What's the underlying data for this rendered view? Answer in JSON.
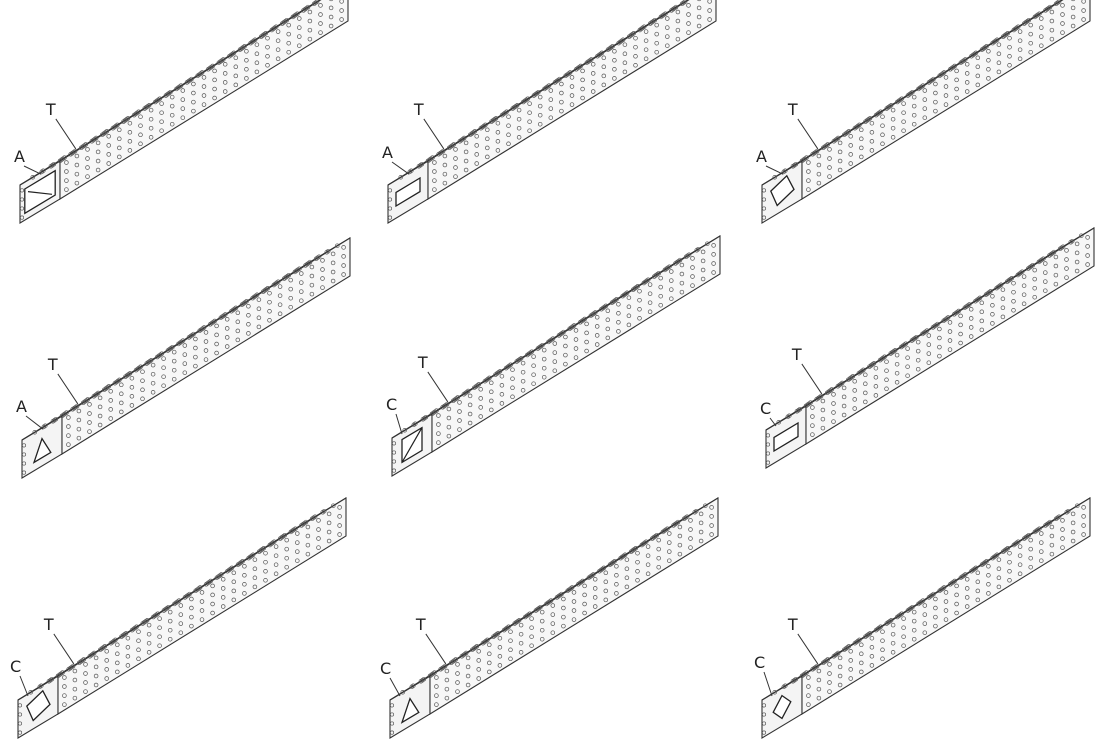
{
  "figure": {
    "panels": [
      {
        "id": "p1",
        "labels": [
          "T",
          "A"
        ],
        "opening": "rect-diagonal"
      },
      {
        "id": "p2",
        "labels": [
          "T",
          "A"
        ],
        "opening": "rect-horizontal"
      },
      {
        "id": "p3",
        "labels": [
          "T",
          "A"
        ],
        "opening": "rect-tilted"
      },
      {
        "id": "p4",
        "labels": [
          "T",
          "A"
        ],
        "opening": "triangle"
      },
      {
        "id": "p5",
        "labels": [
          "T",
          "C"
        ],
        "opening": "square-diagonal"
      },
      {
        "id": "p6",
        "labels": [
          "T",
          "C"
        ],
        "opening": "rect-horizontal"
      },
      {
        "id": "p7",
        "labels": [
          "T",
          "C"
        ],
        "opening": "rect-tilted"
      },
      {
        "id": "p8",
        "labels": [
          "T",
          "C"
        ],
        "opening": "triangle"
      },
      {
        "id": "p9",
        "labels": [
          "T",
          "C"
        ],
        "opening": "diamond"
      }
    ]
  }
}
